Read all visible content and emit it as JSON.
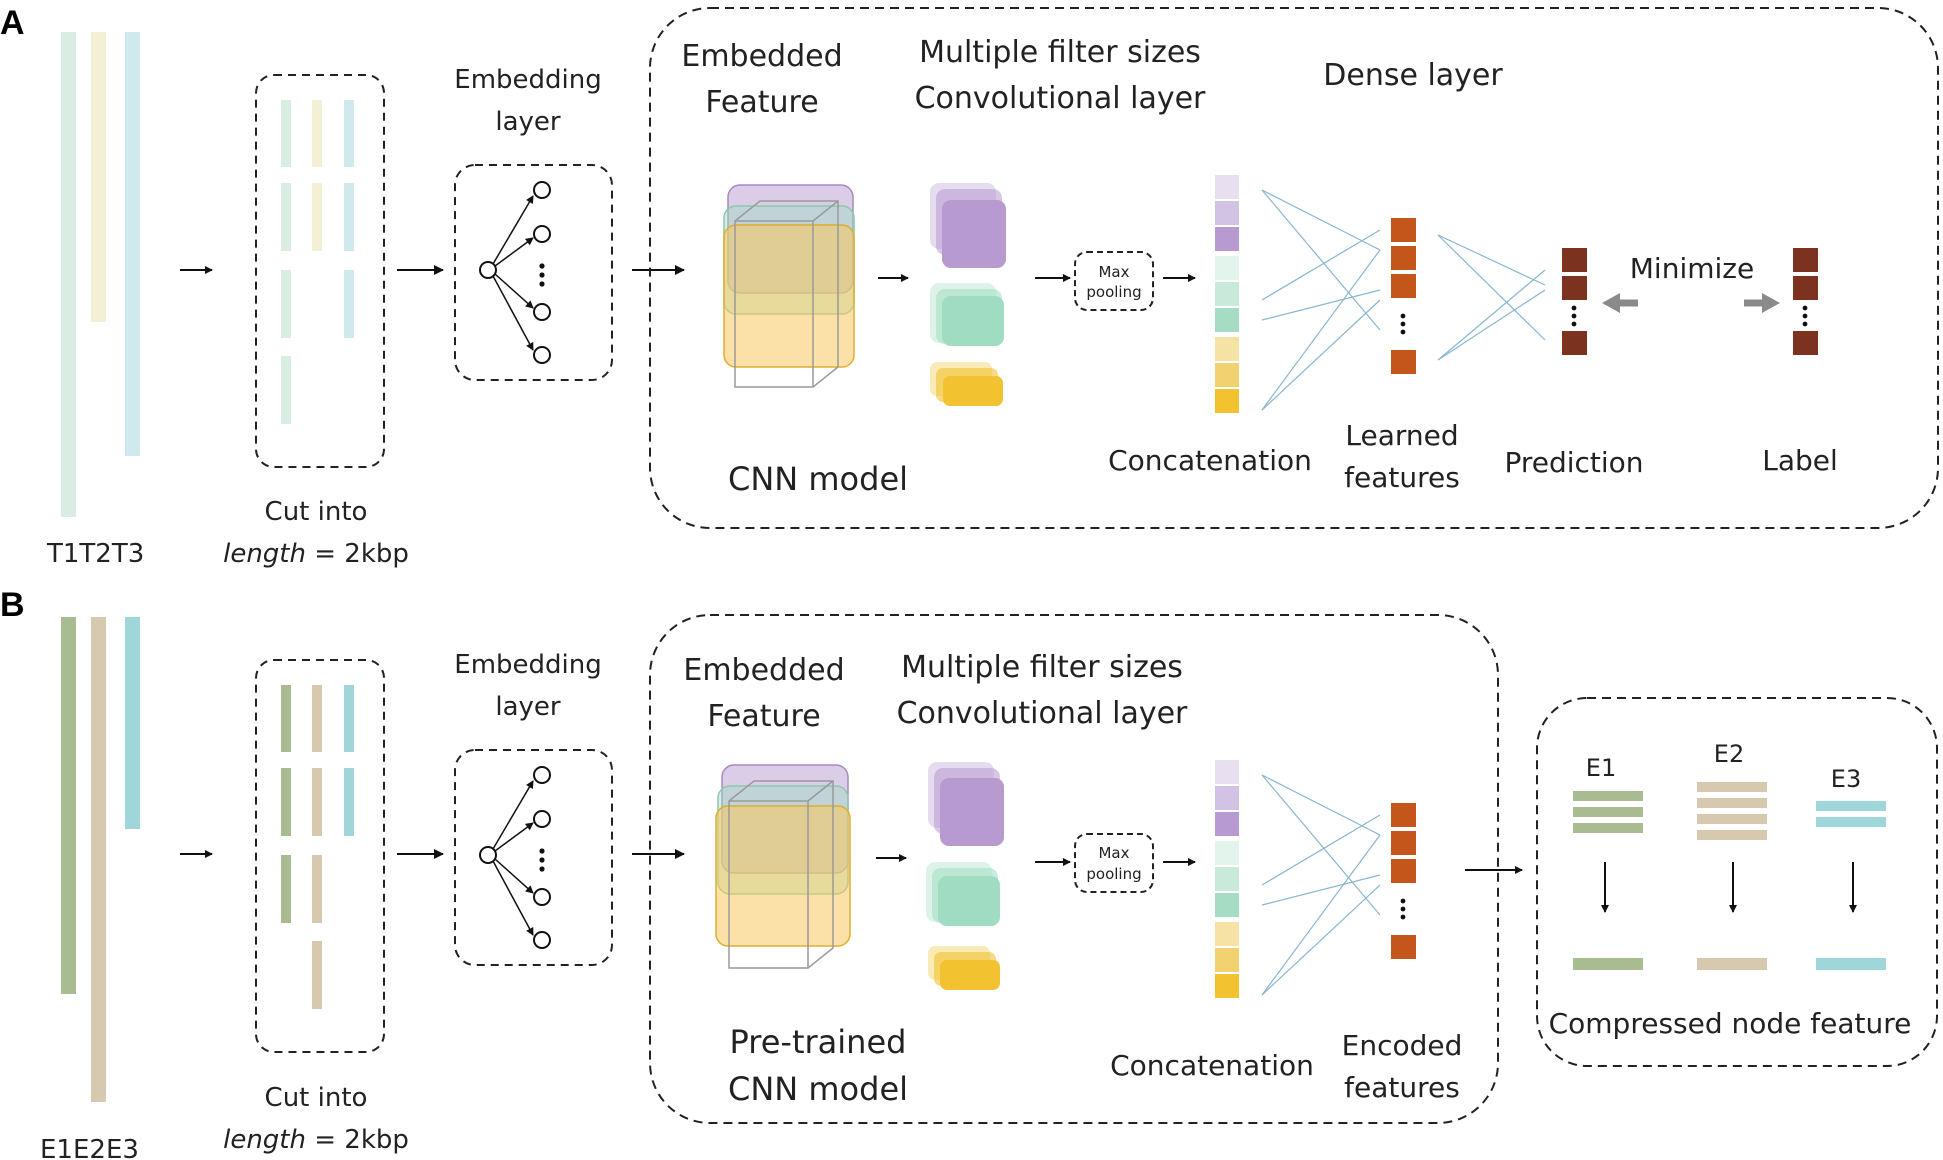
{
  "panel_a": {
    "letter": "A",
    "track_labels": "T1T2T3",
    "cut_line1": "Cut into",
    "cut_italic": "length",
    "cut_rest": " = 2kbp",
    "embedding_line1": "Embedding",
    "embedding_line2": "layer",
    "embedded_line1": "Embedded",
    "embedded_line2": "Feature",
    "filter_line1": "Multiple filter sizes",
    "filter_line2": "Convolutional layer",
    "dense": "Dense layer",
    "maxpool_line1": "Max",
    "maxpool_line2": "pooling",
    "minimize": "Minimize",
    "model": "CNN model",
    "concatenation": "Concatenation",
    "learned_line1": "Learned",
    "learned_line2": "features",
    "prediction": "Prediction",
    "label": "Label"
  },
  "panel_b": {
    "letter": "B",
    "track_labels": "E1E2E3",
    "cut_line1": "Cut into",
    "cut_italic": "length",
    "cut_rest": " = 2kbp",
    "embedding_line1": "Embedding",
    "embedding_line2": "layer",
    "embedded_line1": "Embedded",
    "embedded_line2": "Feature",
    "filter_line1": "Multiple filter sizes",
    "filter_line2": "Convolutional layer",
    "maxpool_line1": "Max",
    "maxpool_line2": "pooling",
    "model_line1": "Pre-trained",
    "model_line2": "CNN model",
    "concatenation": "Concatenation",
    "encoded_line1": "Encoded",
    "encoded_line2": "features",
    "e1": "E1",
    "e2": "E2",
    "e3": "E3",
    "compressed": "Compressed node feature"
  },
  "colors": {
    "a_green": "#d9ede3",
    "a_yellow": "#f3f0d5",
    "a_teal": "#cfe9ec",
    "b_green": "#a9bb90",
    "b_tan": "#d7c9b0",
    "b_teal": "#9fd6da",
    "purple": "#b79bd0",
    "mint": "#9fdcc1",
    "gold": "#f2c230",
    "orange": "#c4561b",
    "dark_red": "#7b3320",
    "weight_line": "#8ab6d2"
  }
}
